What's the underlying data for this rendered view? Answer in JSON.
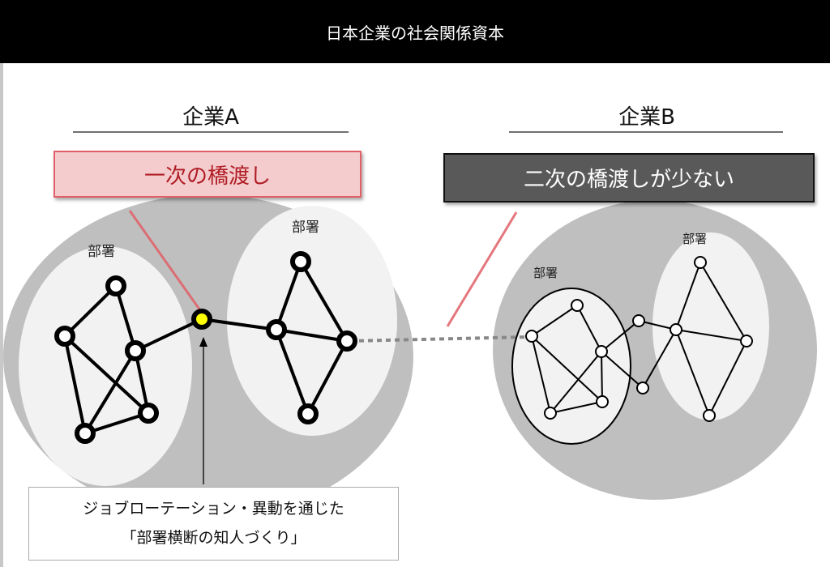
{
  "title": "日本企業の社会関係資本",
  "company_a": {
    "heading": "企業A",
    "label": "一次の橋渡し",
    "dept_labels": [
      "部署",
      "部署"
    ],
    "caption_line1": "ジョブローテーション・異動を通じた",
    "caption_line2": "「部署横断の知人づくり」"
  },
  "company_b": {
    "heading": "企業B",
    "label": "二次の橋渡しが少ない",
    "dept_labels": [
      "部署",
      "部署"
    ]
  },
  "colors": {
    "title_bg": "#000000",
    "label_a_bg": "#f4cccd",
    "label_a_text": "#b01c24",
    "label_b_bg": "#595959",
    "bridge_node": "#ffff00",
    "company_circle": "#bfbfbf",
    "dept_ellipse": "#f2f2f2",
    "pointer_line": "#e06068"
  }
}
